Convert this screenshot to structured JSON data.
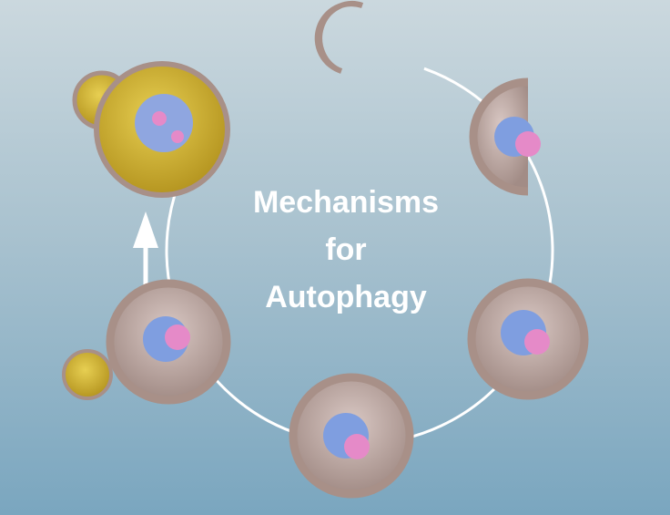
{
  "title": {
    "line1": "Mechanisms",
    "line2": "for",
    "line3": "Autophagy"
  },
  "colors": {
    "membrane": "#a89088",
    "lumen": "#8a7670",
    "cargo_blue": "#7f9ee0",
    "cargo_pink": "#e58ac8",
    "vacuole": "#c9a92a",
    "arrow": "#ffffff"
  },
  "stages": [
    "phagophore",
    "expanding-phagophore",
    "closing-autophagosome",
    "autophagosome",
    "autophagosome-lysosome-fusion",
    "autolysosome-vacuole"
  ]
}
